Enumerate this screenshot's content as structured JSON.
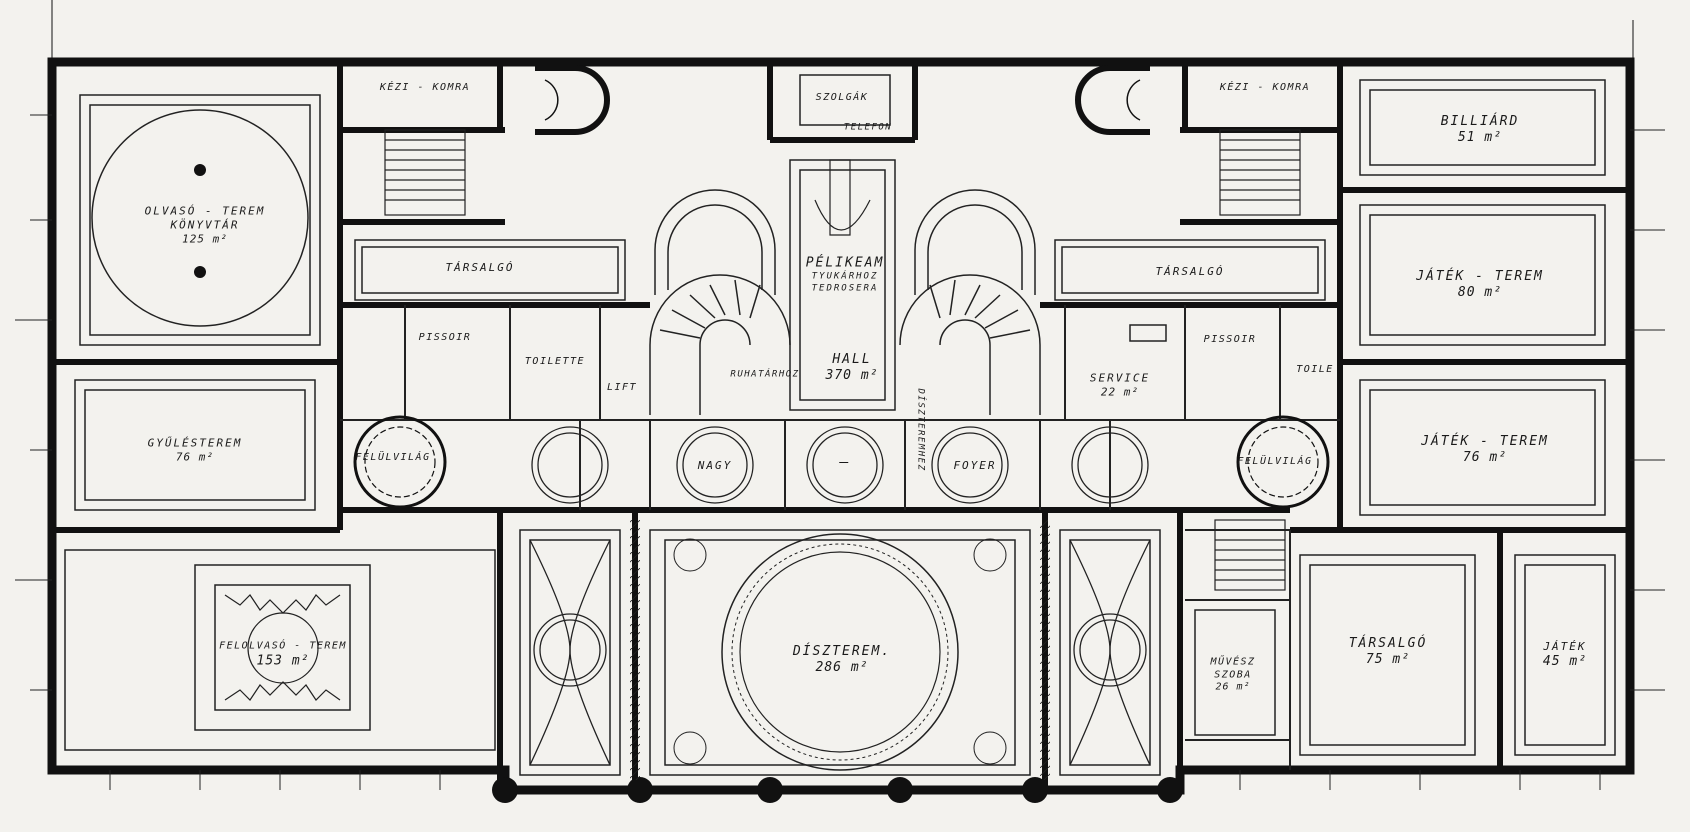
{
  "rooms": {
    "olvaso": {
      "l1": "OLVASÓ - TEREM",
      "l2": "KÖNYVTÁR",
      "l3": "125 m²"
    },
    "kezi_komra_left": {
      "l1": "KÉZI - KOMRA"
    },
    "kezi_komra_right": {
      "l1": "KÉZI - KOMRA"
    },
    "szolgak": {
      "l1": "SZOLGÁK"
    },
    "telefon": {
      "l1": "TELEFON"
    },
    "billiard": {
      "l1": "BILLIÁRD",
      "l2": "51 m²"
    },
    "tarsalgo_left": {
      "l1": "TÁRSALGÓ"
    },
    "tarsalgo_right": {
      "l1": "TÁRSALGÓ"
    },
    "jatek_80": {
      "l1": "JÁTÉK - TEREM",
      "l2": "80 m²"
    },
    "pelikeam": {
      "l1": "PÉLIKEAM",
      "l2": "TYUKÁRHOZ",
      "l3": "TEDROSERA"
    },
    "pissoir_left": {
      "l1": "PISSOIR"
    },
    "toilette": {
      "l1": "TOILETTE"
    },
    "lift": {
      "l1": "LIFT"
    },
    "hall": {
      "l1": "HALL",
      "l2": "370 m²"
    },
    "ruhatarhoz": {
      "l1": "RUHATÁRHOZ"
    },
    "diszteremhez": {
      "l1": "DÍSZTEREMHEZ"
    },
    "service": {
      "l1": "SERVICE",
      "l2": "22 m²"
    },
    "pissoir_right": {
      "l1": "PISSOIR"
    },
    "toile": {
      "l1": "TOILE"
    },
    "gyulesterem": {
      "l1": "GYŰLÉSTEREM",
      "l2": "76 m²"
    },
    "jatek_76": {
      "l1": "JÁTÉK - TEREM",
      "l2": "76 m²"
    },
    "felulvilag_left": {
      "l1": "FELÜLVILÁG"
    },
    "felulvilag_right": {
      "l1": "FELÜLVILÁG"
    },
    "nagy": {
      "l1": "NAGY"
    },
    "dash": {
      "l1": "–"
    },
    "foyer": {
      "l1": "FOYER"
    },
    "felolvaso": {
      "l1": "FELOLVASÓ - TEREM",
      "l2": "153 m²"
    },
    "diszterem": {
      "l1": "DÍSZTEREM.",
      "l2": "286 m²"
    },
    "muvesz": {
      "l1": "MŰVÉSZ",
      "l2": "SZOBA",
      "l3": "26 m²"
    },
    "tarsalgo_75": {
      "l1": "TÁRSALGÓ",
      "l2": "75 m²"
    },
    "jatek_45": {
      "l1": "JÁTÉK",
      "l2": "45 m²"
    }
  }
}
